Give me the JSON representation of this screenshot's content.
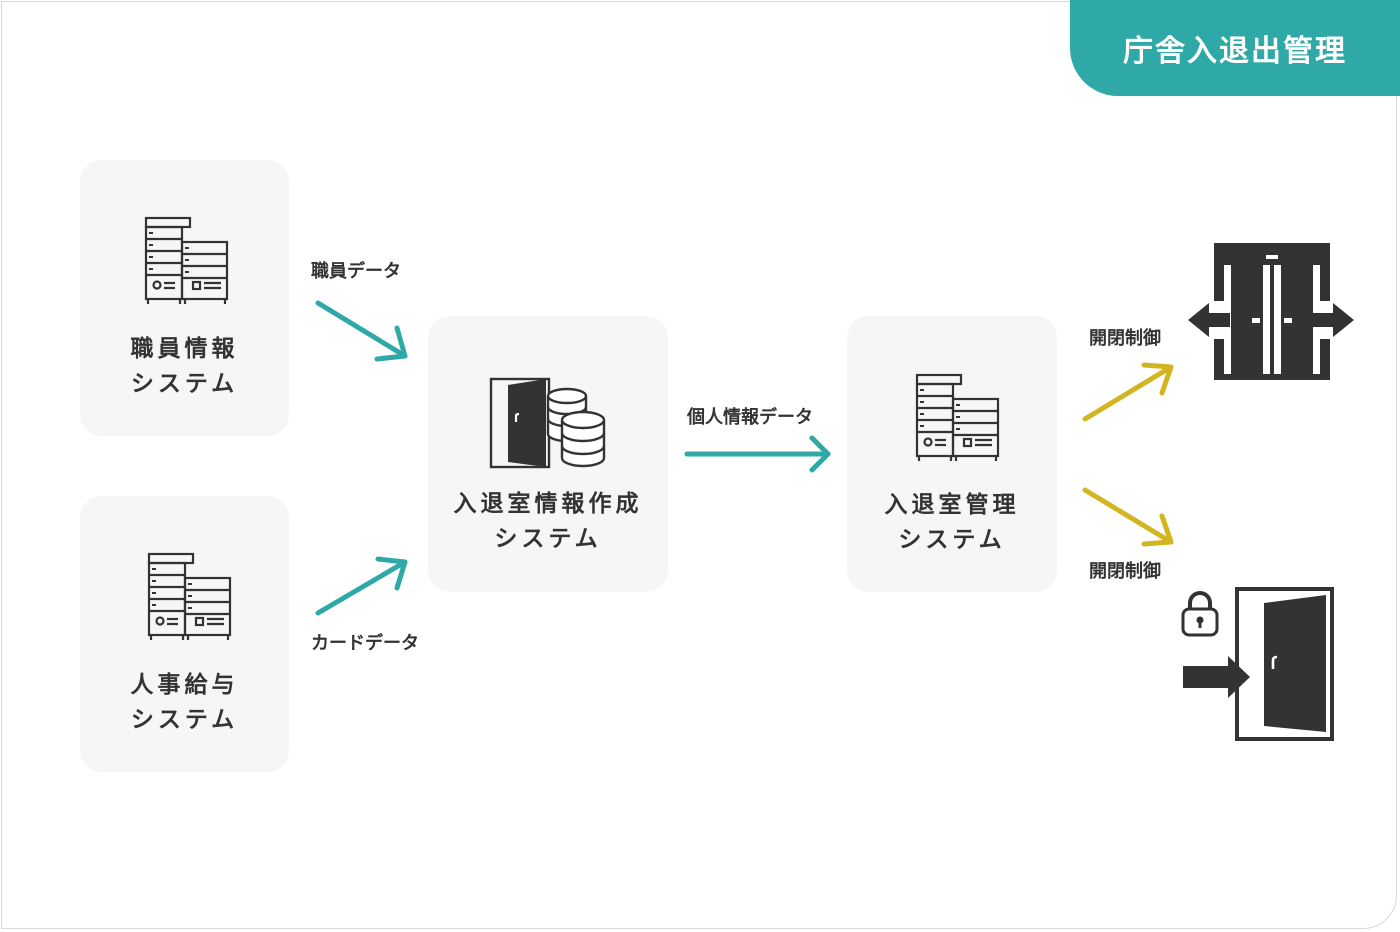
{
  "title": "庁舎入退出管理",
  "nodes": {
    "staff_info": {
      "line1": "職員情報",
      "line2": "システム"
    },
    "hr_payroll": {
      "line1": "人事給与",
      "line2": "システム"
    },
    "access_info_creation": {
      "line1": "入退室情報作成",
      "line2": "システム"
    },
    "access_management": {
      "line1": "入退室管理",
      "line2": "システム"
    }
  },
  "flows": {
    "staff_data": "職員データ",
    "card_data": "カードデータ",
    "personal_data": "個人情報データ",
    "control_upper": "開閉制御",
    "control_lower": "開閉制御"
  },
  "colors": {
    "teal": "#2fa9a7",
    "yellow": "#d2b520",
    "dark": "#333333",
    "box_bg": "#f6f6f6"
  },
  "icons": {
    "server": "server-icon",
    "door_database": "door-database-icon",
    "sliding_door": "sliding-door-icon",
    "lock": "padlock-icon",
    "entry_door": "entry-door-icon"
  }
}
